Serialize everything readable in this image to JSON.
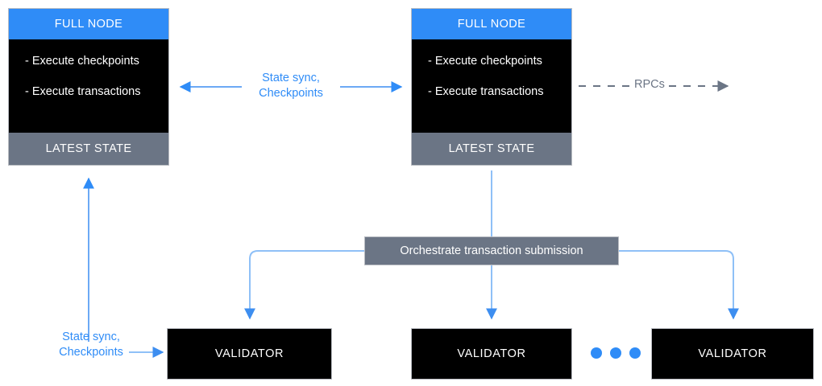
{
  "diagram": {
    "title": "Sui network architecture: full nodes, validators and transaction orchestration",
    "colors": {
      "accent_blue": "#2f8cf7",
      "node_body_black": "#000000",
      "gray": "#6b7585",
      "border_gray": "#b9bcc2",
      "white": "#ffffff"
    }
  },
  "full_nodes": [
    {
      "id": "full-node-left",
      "header": "FULL NODE",
      "bullets": [
        "- Execute checkpoints",
        "- Execute transactions"
      ],
      "footer": "LATEST STATE"
    },
    {
      "id": "full-node-right",
      "header": "FULL NODE",
      "bullets": [
        "- Execute checkpoints",
        "- Execute transactions"
      ],
      "footer": "LATEST STATE"
    }
  ],
  "orchestrator": {
    "label": "Orchestrate transaction submission"
  },
  "validators": [
    {
      "label": "VALIDATOR"
    },
    {
      "label": "VALIDATOR"
    },
    {
      "label": "VALIDATOR"
    }
  ],
  "ellipsis": {
    "dot_count": 3,
    "meaning": "more validators"
  },
  "edges": {
    "state_sync_between_nodes": {
      "label": "State sync,\nCheckpoints",
      "style": "solid-double-arrow",
      "color": "#2f8cf7"
    },
    "rpcs": {
      "label": "RPCs",
      "style": "dashed-single-arrow",
      "color": "#6b7585"
    },
    "state_sync_from_validator": {
      "label": "State sync,\nCheckpoints",
      "style": "solid-single-arrow",
      "color": "#2f8cf7"
    }
  }
}
